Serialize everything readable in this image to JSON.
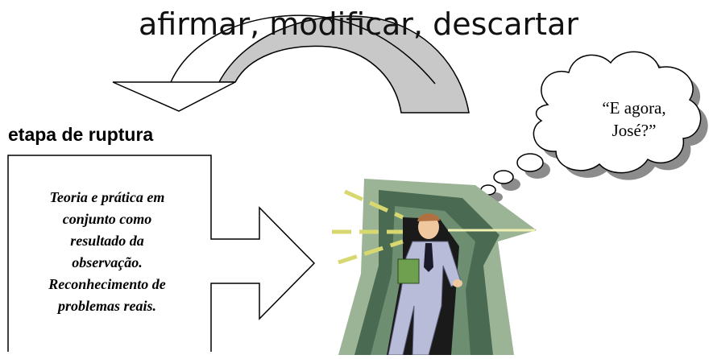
{
  "title": "afirmar, modificar, descartar",
  "stage_label": "etapa de ruptura",
  "box_lines": [
    "Teoria e prática em",
    "conjunto como",
    "resultado da",
    "observação.",
    "Reconhecimento de",
    "problemas reais."
  ],
  "thought_lines": [
    "“E agora,",
    "José?”"
  ],
  "colors": {
    "curved_arrow_fill": "#c8c8c8",
    "cloud_shadow": "#8c8c8c",
    "clipart_green_dark": "#4a6a52",
    "clipart_green_light": "#9cb496",
    "clipart_suit": "#b8bcd8",
    "light_rays": "#d8d870"
  },
  "icons": [
    "curved-arrow-icon",
    "down-arrow-icon",
    "right-block-arrow-icon",
    "thought-cloud-icon",
    "man-in-tunnel-clipart"
  ]
}
